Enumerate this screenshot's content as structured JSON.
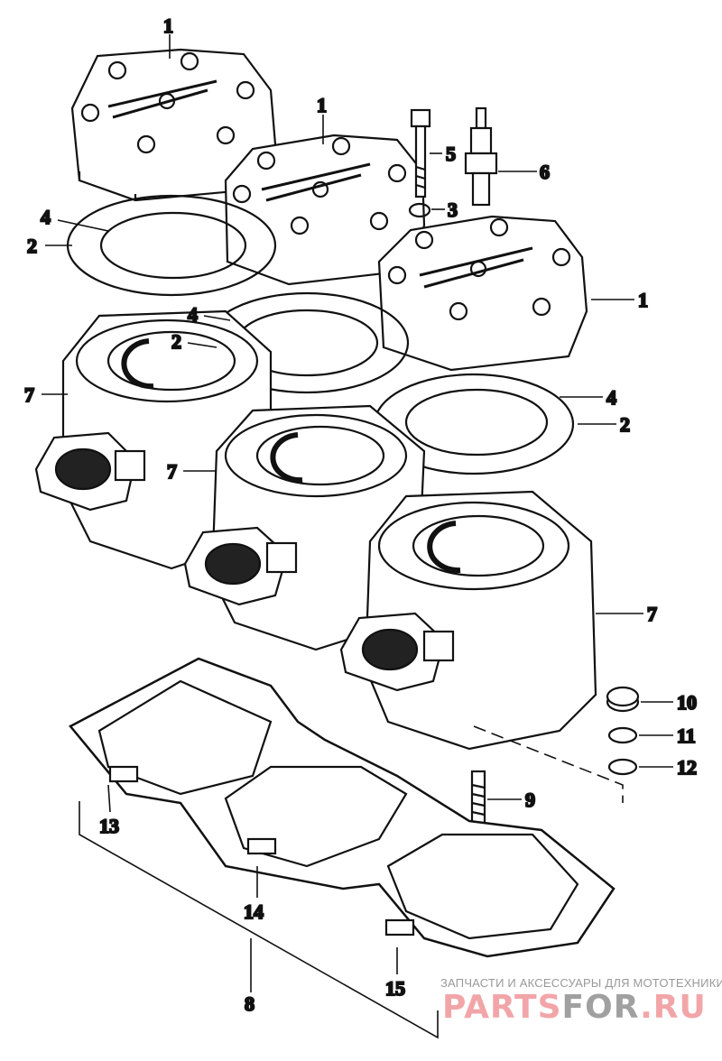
{
  "diagram": {
    "title": "Cylinder and cylinder head exploded view",
    "callouts": {
      "head_1a": "1",
      "head_1b": "1",
      "head_1c": "1",
      "bolt_5": "5",
      "spark_plug_6": "6",
      "washer_3": "3",
      "ring_4a": "4",
      "gasket_2a": "2",
      "ring_4b": "4",
      "gasket_2b": "2",
      "ring_4c": "4",
      "gasket_2c": "2",
      "cyl_7a": "7",
      "cyl_7b": "7",
      "cyl_7c": "7",
      "nut_10": "10",
      "lockwasher_11": "11",
      "washer_12": "12",
      "stud_9": "9",
      "base_13": "13",
      "base_14": "14",
      "base_15": "15",
      "kit_8": "8"
    }
  },
  "watermark": {
    "subtitle": "ЗАПЧАСТИ И АКСЕССУАРЫ ДЛЯ МОТОТЕХНИКИ",
    "brand_part1": "PARTS",
    "brand_part2": "FOR",
    "brand_part3": ".RU"
  },
  "colors": {
    "ink": "#111111",
    "watermark_pink": "#f2a5a8",
    "watermark_gray": "#a0a0a0"
  }
}
